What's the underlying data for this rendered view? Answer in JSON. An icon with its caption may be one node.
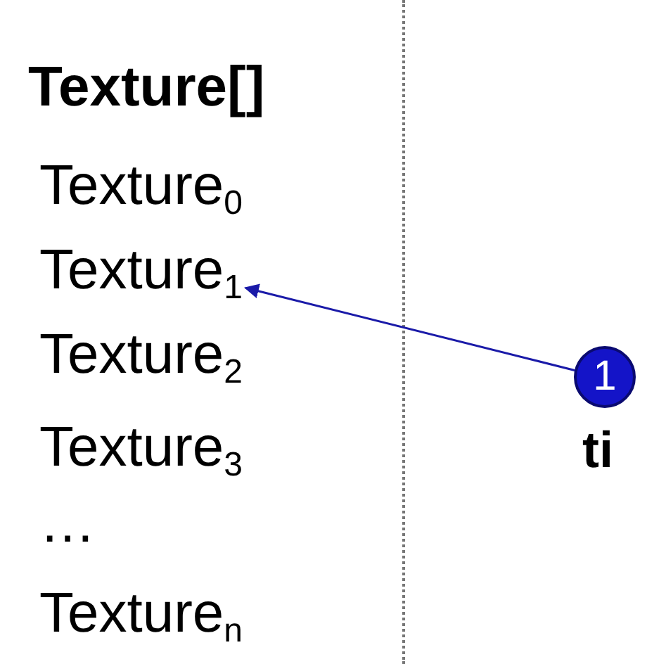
{
  "diagram": {
    "nodes": [
      {
        "text": [
          "Texture$_{1}$"
        ]
      },
      {
        "text": [
          "1"
        ],
        "beside": [
          "ti"
        ]
      }
    ],
    "edges": [
      {
        "from": 1,
        "to": 0,
        "arrow": "to"
      }
    ],
    "labels": [
      "Texture[]",
      "Texture$_{0}$",
      "Texture$_{2}$",
      "Texture$_{3}$",
      "…",
      "Texture$_{n}$"
    ]
  }
}
